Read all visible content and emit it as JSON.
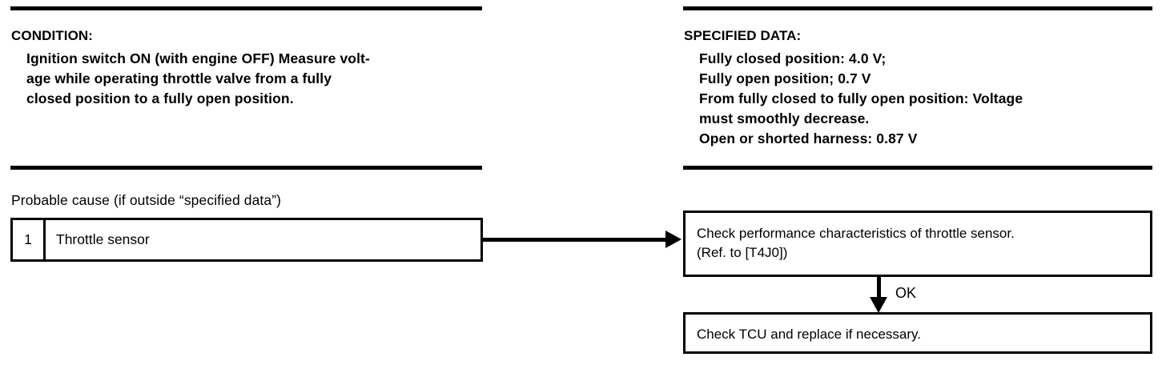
{
  "left_column": {
    "condition": {
      "heading": "CONDITION:",
      "lines": [
        "Ignition switch ON (with engine OFF) Measure volt-",
        "age while operating throttle valve from a fully",
        "closed position to a fully open position."
      ]
    },
    "probable_cause": {
      "label": "Probable cause (if outside “specified data”)",
      "table": {
        "rows": [
          {
            "index": "1",
            "cause": "Throttle sensor"
          }
        ]
      }
    }
  },
  "right_column": {
    "specified_data": {
      "heading": "SPECIFIED DATA:",
      "lines": [
        "Fully closed position: 4.0 V;",
        "Fully open position; 0.7 V",
        "From fully closed to fully open position: Voltage",
        "must smoothly decrease.",
        "Open or shorted harness: 0.87 V"
      ]
    },
    "flow": {
      "step_1": "Check performance characteristics of throttle sensor.\n(Ref. to [T4J0])",
      "connector_label": "OK",
      "step_2": "Check TCU and replace if necessary."
    }
  },
  "colors": {
    "ink": "#000000",
    "paper": "#ffffff"
  }
}
